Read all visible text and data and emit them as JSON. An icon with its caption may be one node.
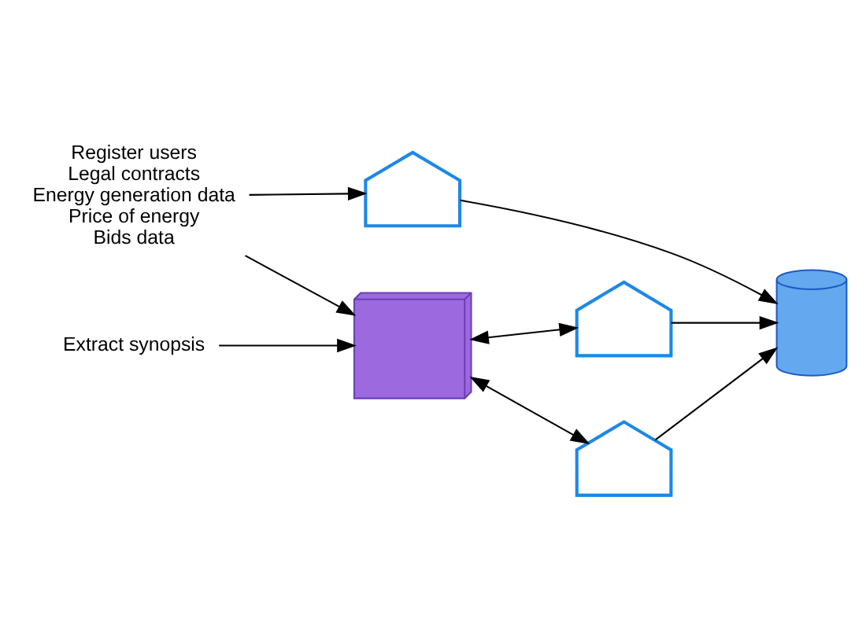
{
  "diagram": {
    "nodes": [
      {
        "text": [
          "Register users",
          "Legal contracts",
          "Energy generation data",
          "Price of energy",
          "Bids data"
        ]
      },
      {
        "text": [],
        "shape": "house"
      },
      {
        "text": [],
        "shape": "cube"
      },
      {
        "text": [],
        "shape": "house"
      },
      {
        "text": [],
        "shape": "house"
      },
      {
        "text": [
          "Extract synopsis"
        ]
      },
      {
        "text": [],
        "shape": "server"
      }
    ],
    "edges": [
      {
        "from": 0,
        "to": 1,
        "arrow": "to"
      },
      {
        "from": 0,
        "to": 2,
        "arrow": "to"
      },
      {
        "from": 2,
        "to": 3,
        "arrow": "both"
      },
      {
        "from": 2,
        "to": 4,
        "arrow": "both"
      },
      {
        "from": 1,
        "to": 6,
        "arrow": "to"
      },
      {
        "from": 3,
        "to": 6,
        "arrow": "to"
      },
      {
        "from": 4,
        "to": 6,
        "arrow": "to"
      },
      {
        "from": 5,
        "to": 2,
        "arrow": "to"
      }
    ]
  }
}
